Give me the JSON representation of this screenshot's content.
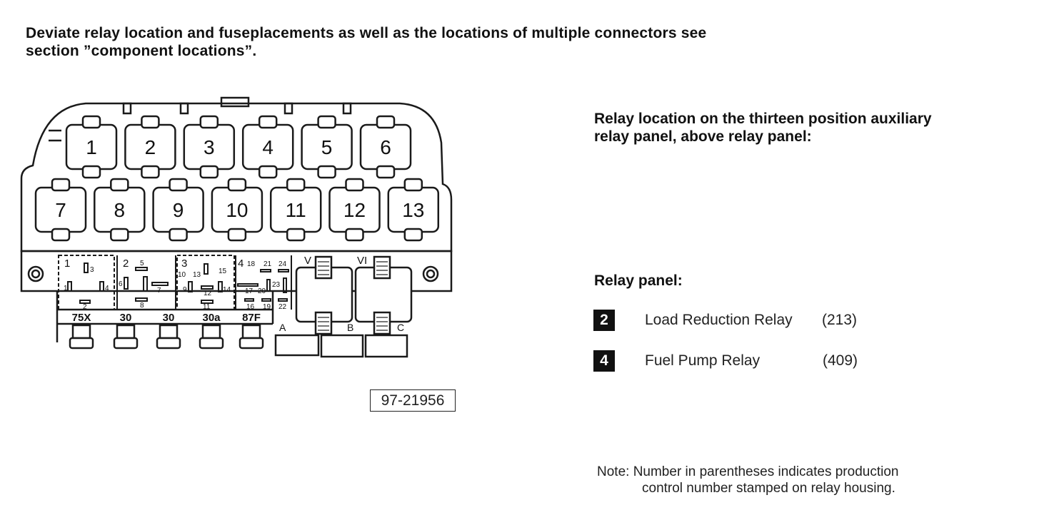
{
  "heading": {
    "line1": "Deviate relay location and fuseplacements as well as the locations of multiple connectors see",
    "line2": "section ”component locations”."
  },
  "aux_panel": {
    "title_line1": "Relay location on the thirteen position auxiliary",
    "title_line2": "relay panel, above relay panel:"
  },
  "relay_panel": {
    "title": "Relay panel:",
    "relays": [
      {
        "position": "2",
        "name": "Load Reduction Relay",
        "code": "(213)"
      },
      {
        "position": "4",
        "name": "Fuel Pump Relay",
        "code": "(409)"
      }
    ]
  },
  "note": {
    "line1": "Note:  Number in parentheses indicates production",
    "line2": "control number stamped on relay housing."
  },
  "figure_ref": "97-21956",
  "diagram": {
    "aux_positions_top": [
      "1",
      "2",
      "3",
      "4",
      "5",
      "6"
    ],
    "aux_positions_bottom": [
      "7",
      "8",
      "9",
      "10",
      "11",
      "12",
      "13"
    ],
    "sockets": [
      {
        "label": "1",
        "pins": [
          "3",
          "1",
          "4",
          "2"
        ]
      },
      {
        "label": "2",
        "pins": [
          "5",
          "6",
          "7",
          "8"
        ]
      },
      {
        "label": "3",
        "pins": [
          "10",
          "13",
          "15",
          "9",
          "12",
          "14",
          "11"
        ]
      },
      {
        "label": "4",
        "pins": [
          "18",
          "21",
          "24",
          "17",
          "20",
          "23",
          "16",
          "19",
          "22"
        ]
      }
    ],
    "connector_sockets": [
      "V",
      "VI"
    ],
    "fuse_labels": [
      "75X",
      "30",
      "30",
      "30a",
      "87F"
    ],
    "plug_labels": [
      "A",
      "B",
      "C"
    ]
  },
  "colors": {
    "ink": "#111111",
    "paper": "#ffffff"
  }
}
